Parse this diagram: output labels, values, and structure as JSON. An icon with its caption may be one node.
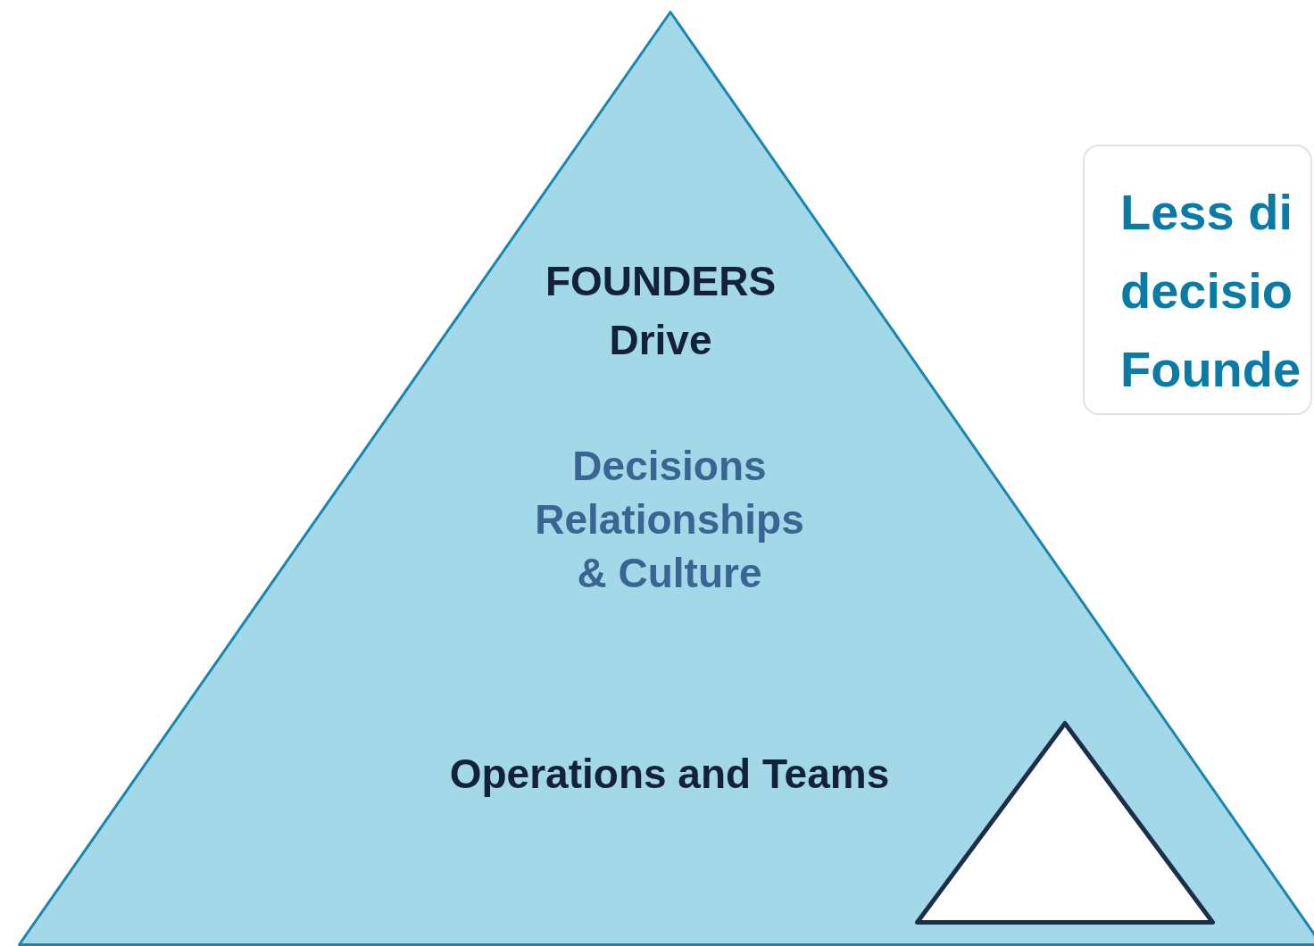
{
  "diagram": {
    "nodes": [
      {
        "text": [
          "FOUNDERS Drive",
          "Decisions Relationships & Culture",
          "Operations and Teams"
        ]
      },
      {
        "text": [],
        "shape": "triangle",
        "in": 0
      },
      {
        "text": [
          "Less di decisio Founde"
        ]
      }
    ]
  }
}
